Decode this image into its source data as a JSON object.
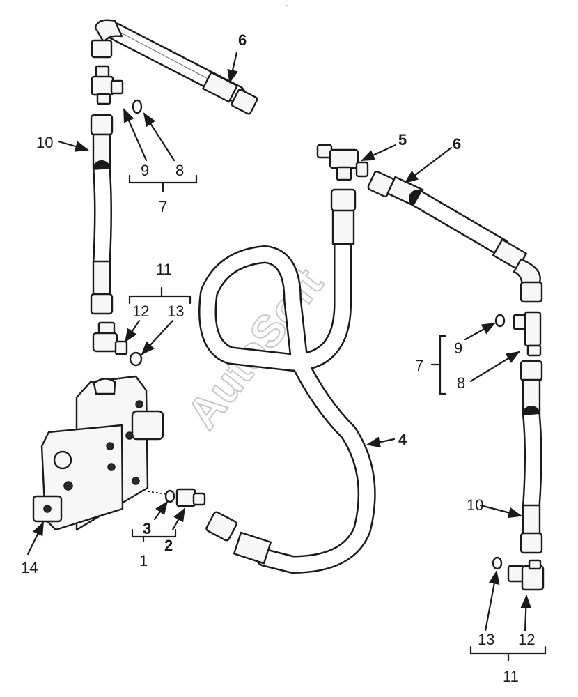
{
  "header": {
    "tiny_label": "° …"
  },
  "watermark": "AutoSoft",
  "callouts": {
    "c6_top": "6",
    "c10_left": "10",
    "c9_left": "9",
    "c8_left": "8",
    "c7_left": "7",
    "c11_left": "11",
    "c12_left": "12",
    "c13_left": "13",
    "c5": "5",
    "c6_right": "6",
    "c9_right": "9",
    "c8_right": "8",
    "c7_right": "7",
    "c4": "4",
    "c3": "3",
    "c2": "2",
    "c1": "1",
    "c14": "14",
    "c10_right": "10",
    "c13_right": "13",
    "c12_right": "12",
    "c11_right": "11"
  }
}
